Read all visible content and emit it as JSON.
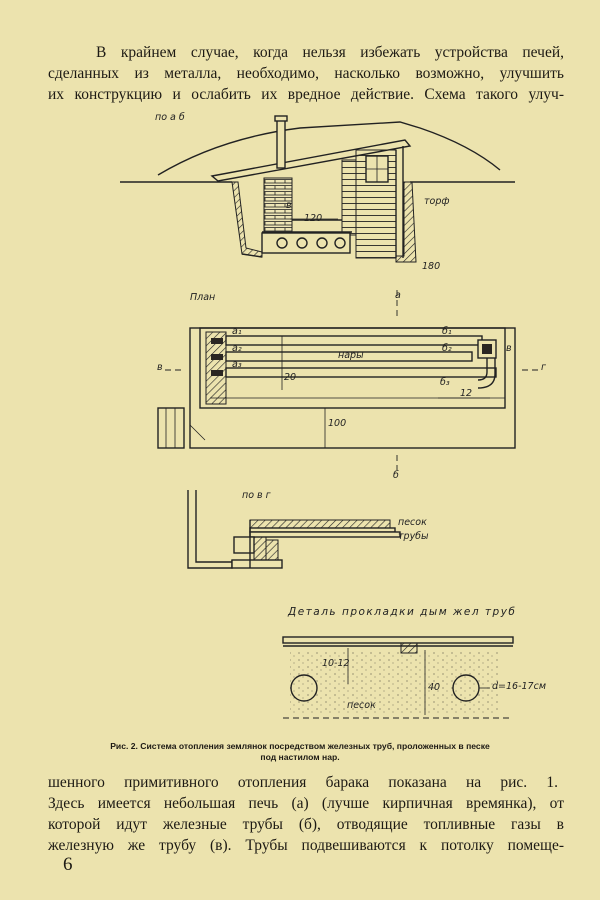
{
  "paragraph_top": [
    "В крайнем случае, когда нельзя избежать устройства печей,",
    "сделанных из металла, необходимо, насколько возможно, улучшить",
    "их конструкцию и ослабить их вредное действие. Схема такого улуч-"
  ],
  "figure": {
    "section_ab_label": "по а б",
    "label_v": "в",
    "label_120": "120",
    "label_torf": "торф",
    "label_180": "180",
    "plan_label": "План",
    "label_a_top": "а",
    "label_b_bottom": "б",
    "label_v_left": "в",
    "label_g_right": "г",
    "pipes_left": [
      "а₁",
      "а₂",
      "а₃"
    ],
    "pipes_right": [
      "б₁",
      "б₂",
      "б₃"
    ],
    "label_nary": "нары",
    "label_20": "20",
    "label_12": "12",
    "label_100": "100",
    "label_v_box": "в",
    "section_vg_label": "по в г",
    "label_pesok": "песок",
    "label_truby": "трубы",
    "detail_title": "Деталь прокладки дым жел труб",
    "label_10_12": "10-12",
    "label_40": "40",
    "label_diameter": "d=16-17см",
    "label_pesok_detail": "песок"
  },
  "caption": [
    "Рис. 2. Система отопления землянок посредством железных труб, проложенных в песке",
    "под настилом нар."
  ],
  "paragraph_bottom": [
    "шенного примитивного отопления барака показана на рис. 1.",
    "Здесь имеется небольшая печь (а) (лучше кирпичная времянка), от",
    "которой идут железные трубы (б), отводящие топливные газы в",
    "железную же трубу (в). Трубы подвешиваются к потолку помеще-"
  ],
  "page_number": "6"
}
